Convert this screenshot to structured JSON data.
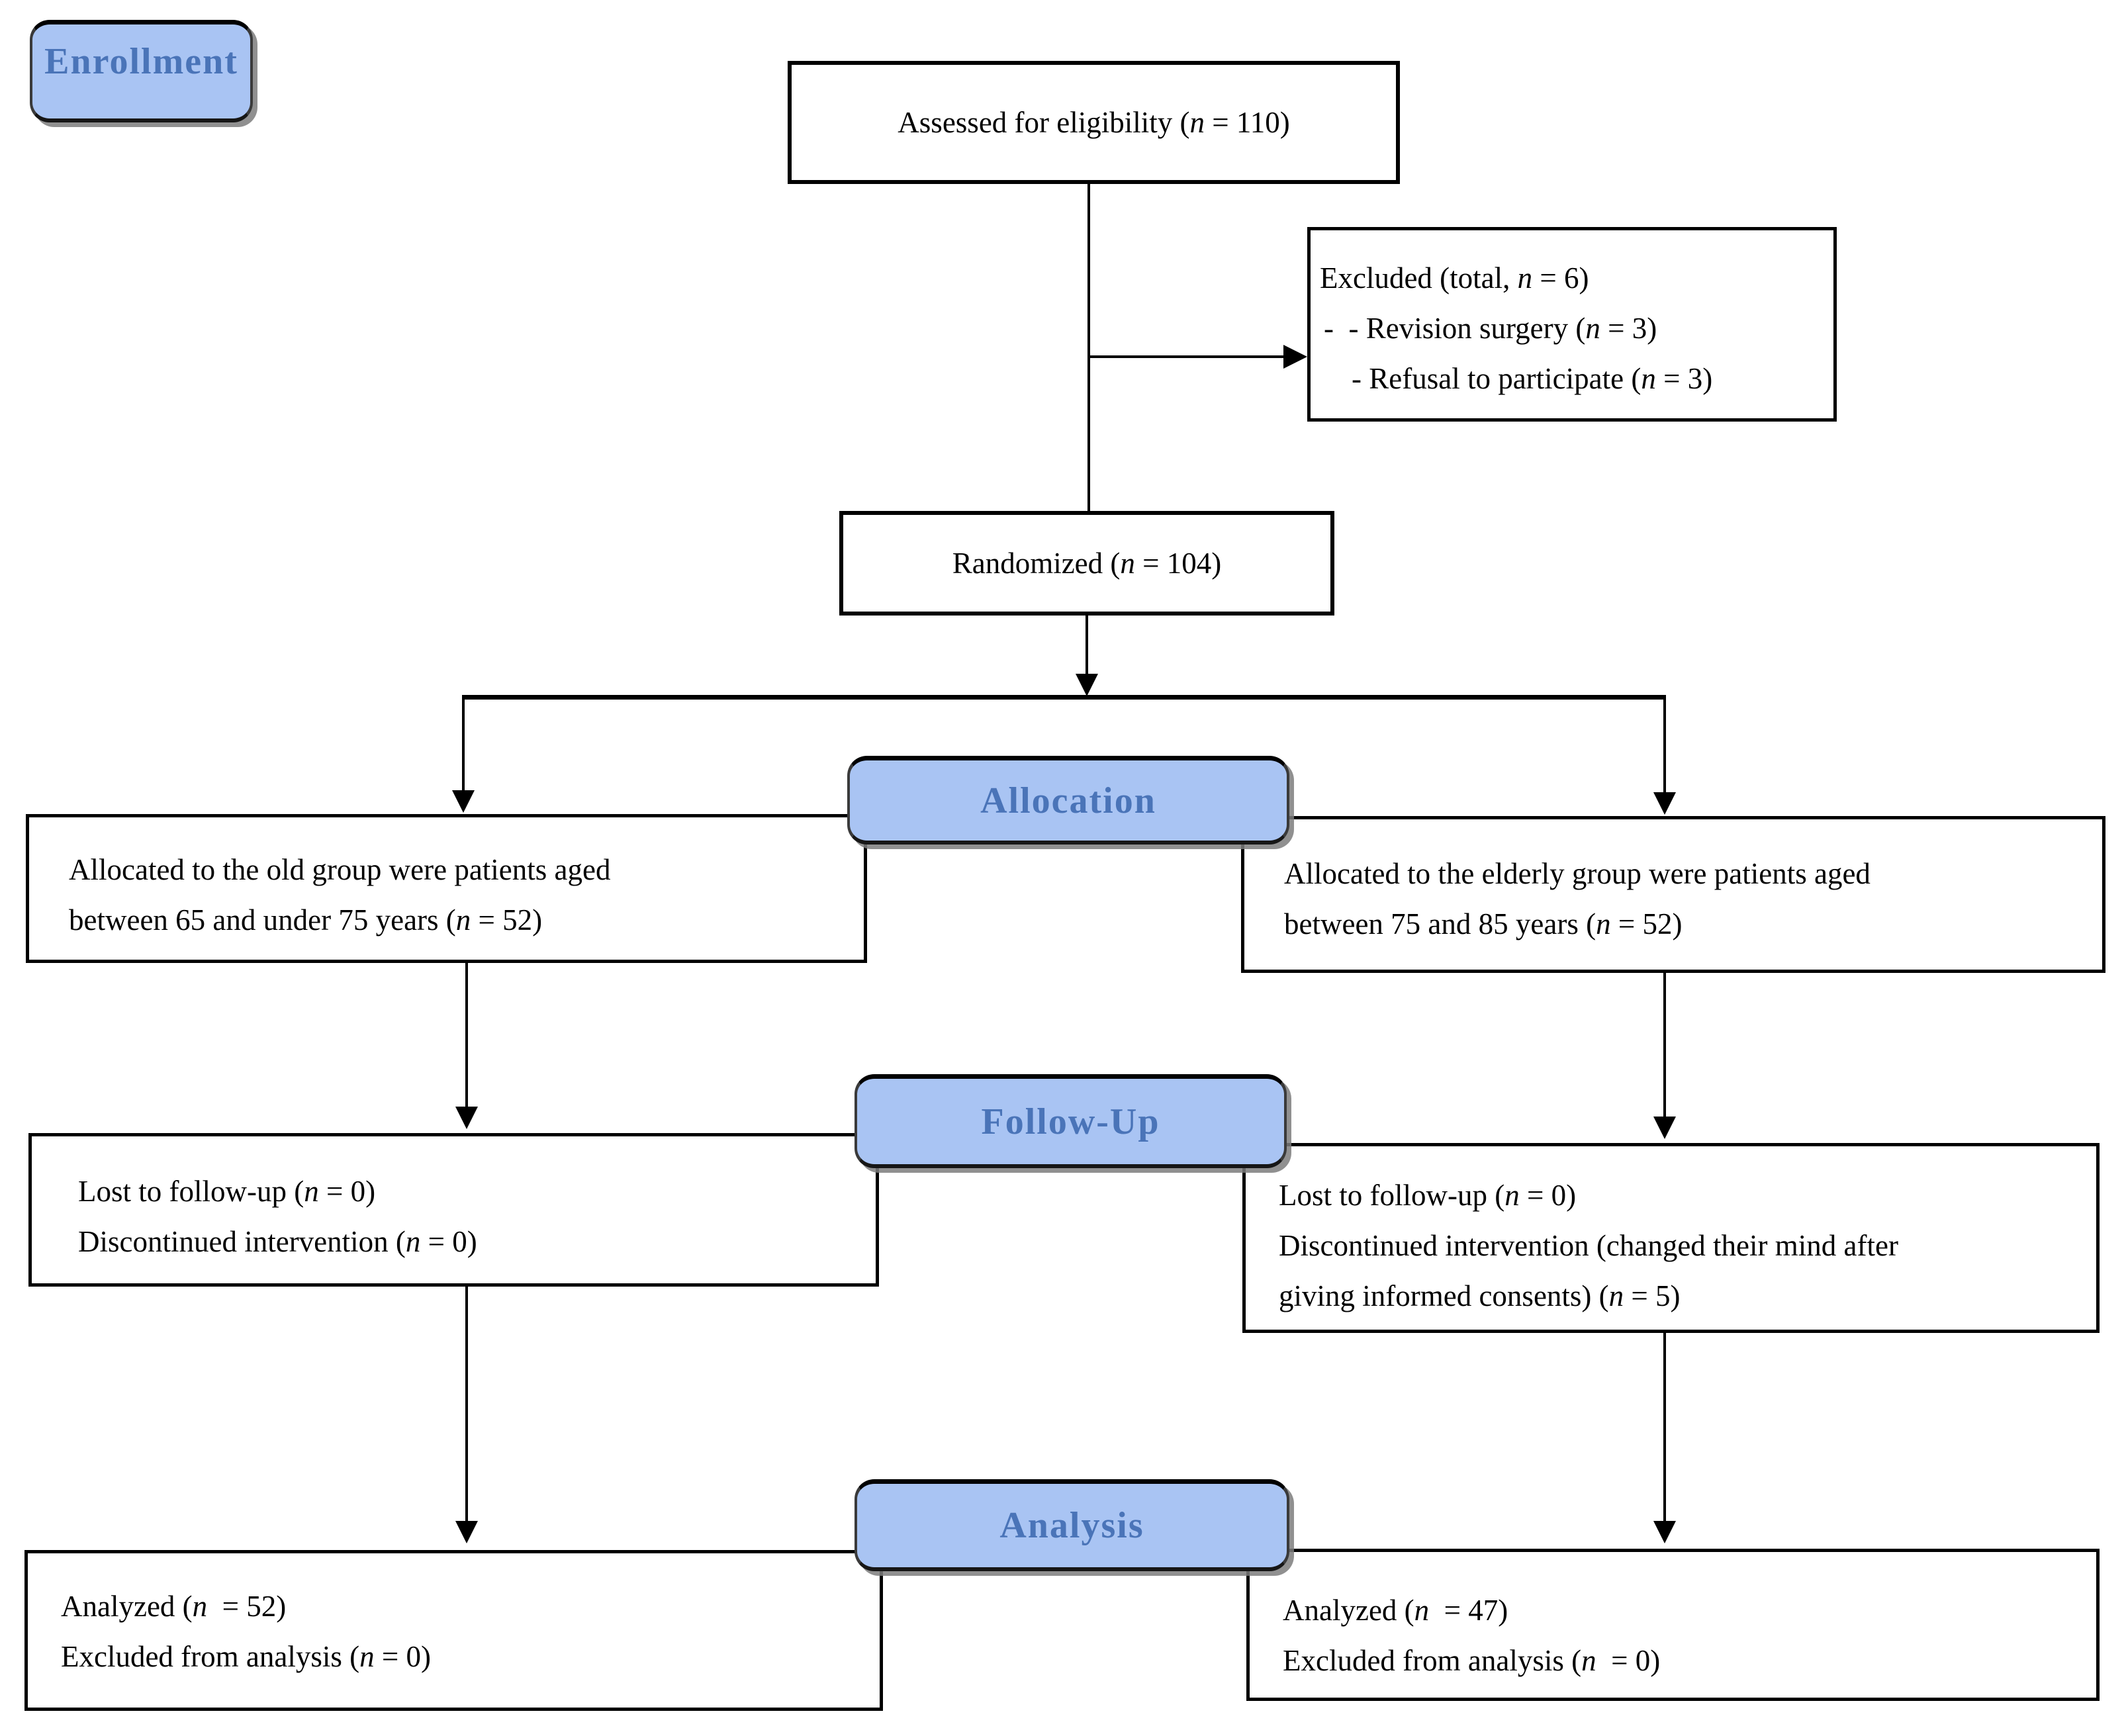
{
  "colors": {
    "stage_fill": "#a9c4f3",
    "stage_text": "#4a74b8",
    "box_border": "#000000",
    "connector": "#000000"
  },
  "stages": {
    "enrollment": "Enrollment",
    "allocation": "Allocation",
    "follow_up": "Follow-Up",
    "analysis": "Analysis"
  },
  "boxes": {
    "assessed": {
      "lines": [
        "Assessed for eligibility (n = 110)"
      ]
    },
    "excluded": {
      "lines": [
        "Excluded (total, n = 6)",
        "-  - Revision surgery (n = 3)",
        "- Refusal to participate (n = 3)"
      ]
    },
    "randomized": {
      "lines": [
        "Randomized (n = 104)"
      ]
    },
    "alloc_old": {
      "lines": [
        "Allocated to the old group were patients aged",
        "between 65 and under 75 years (n = 52)"
      ]
    },
    "alloc_elderly": {
      "lines": [
        "Allocated to the elderly group were patients aged",
        "between 75 and 85 years (n = 52)"
      ]
    },
    "fu_old": {
      "lines": [
        "Lost to follow-up (n = 0)",
        "Discontinued intervention (n = 0)"
      ]
    },
    "fu_elderly": {
      "lines": [
        "Lost to follow-up (n = 0)",
        "Discontinued intervention (changed their mind after",
        "giving informed consents) (n = 5)"
      ]
    },
    "an_old": {
      "lines": [
        "Analyzed (n  = 52)",
        "Excluded from analysis (n = 0)"
      ]
    },
    "an_elderly": {
      "lines": [
        "Analyzed (n  = 47)",
        "Excluded from analysis (n  = 0)"
      ]
    }
  }
}
